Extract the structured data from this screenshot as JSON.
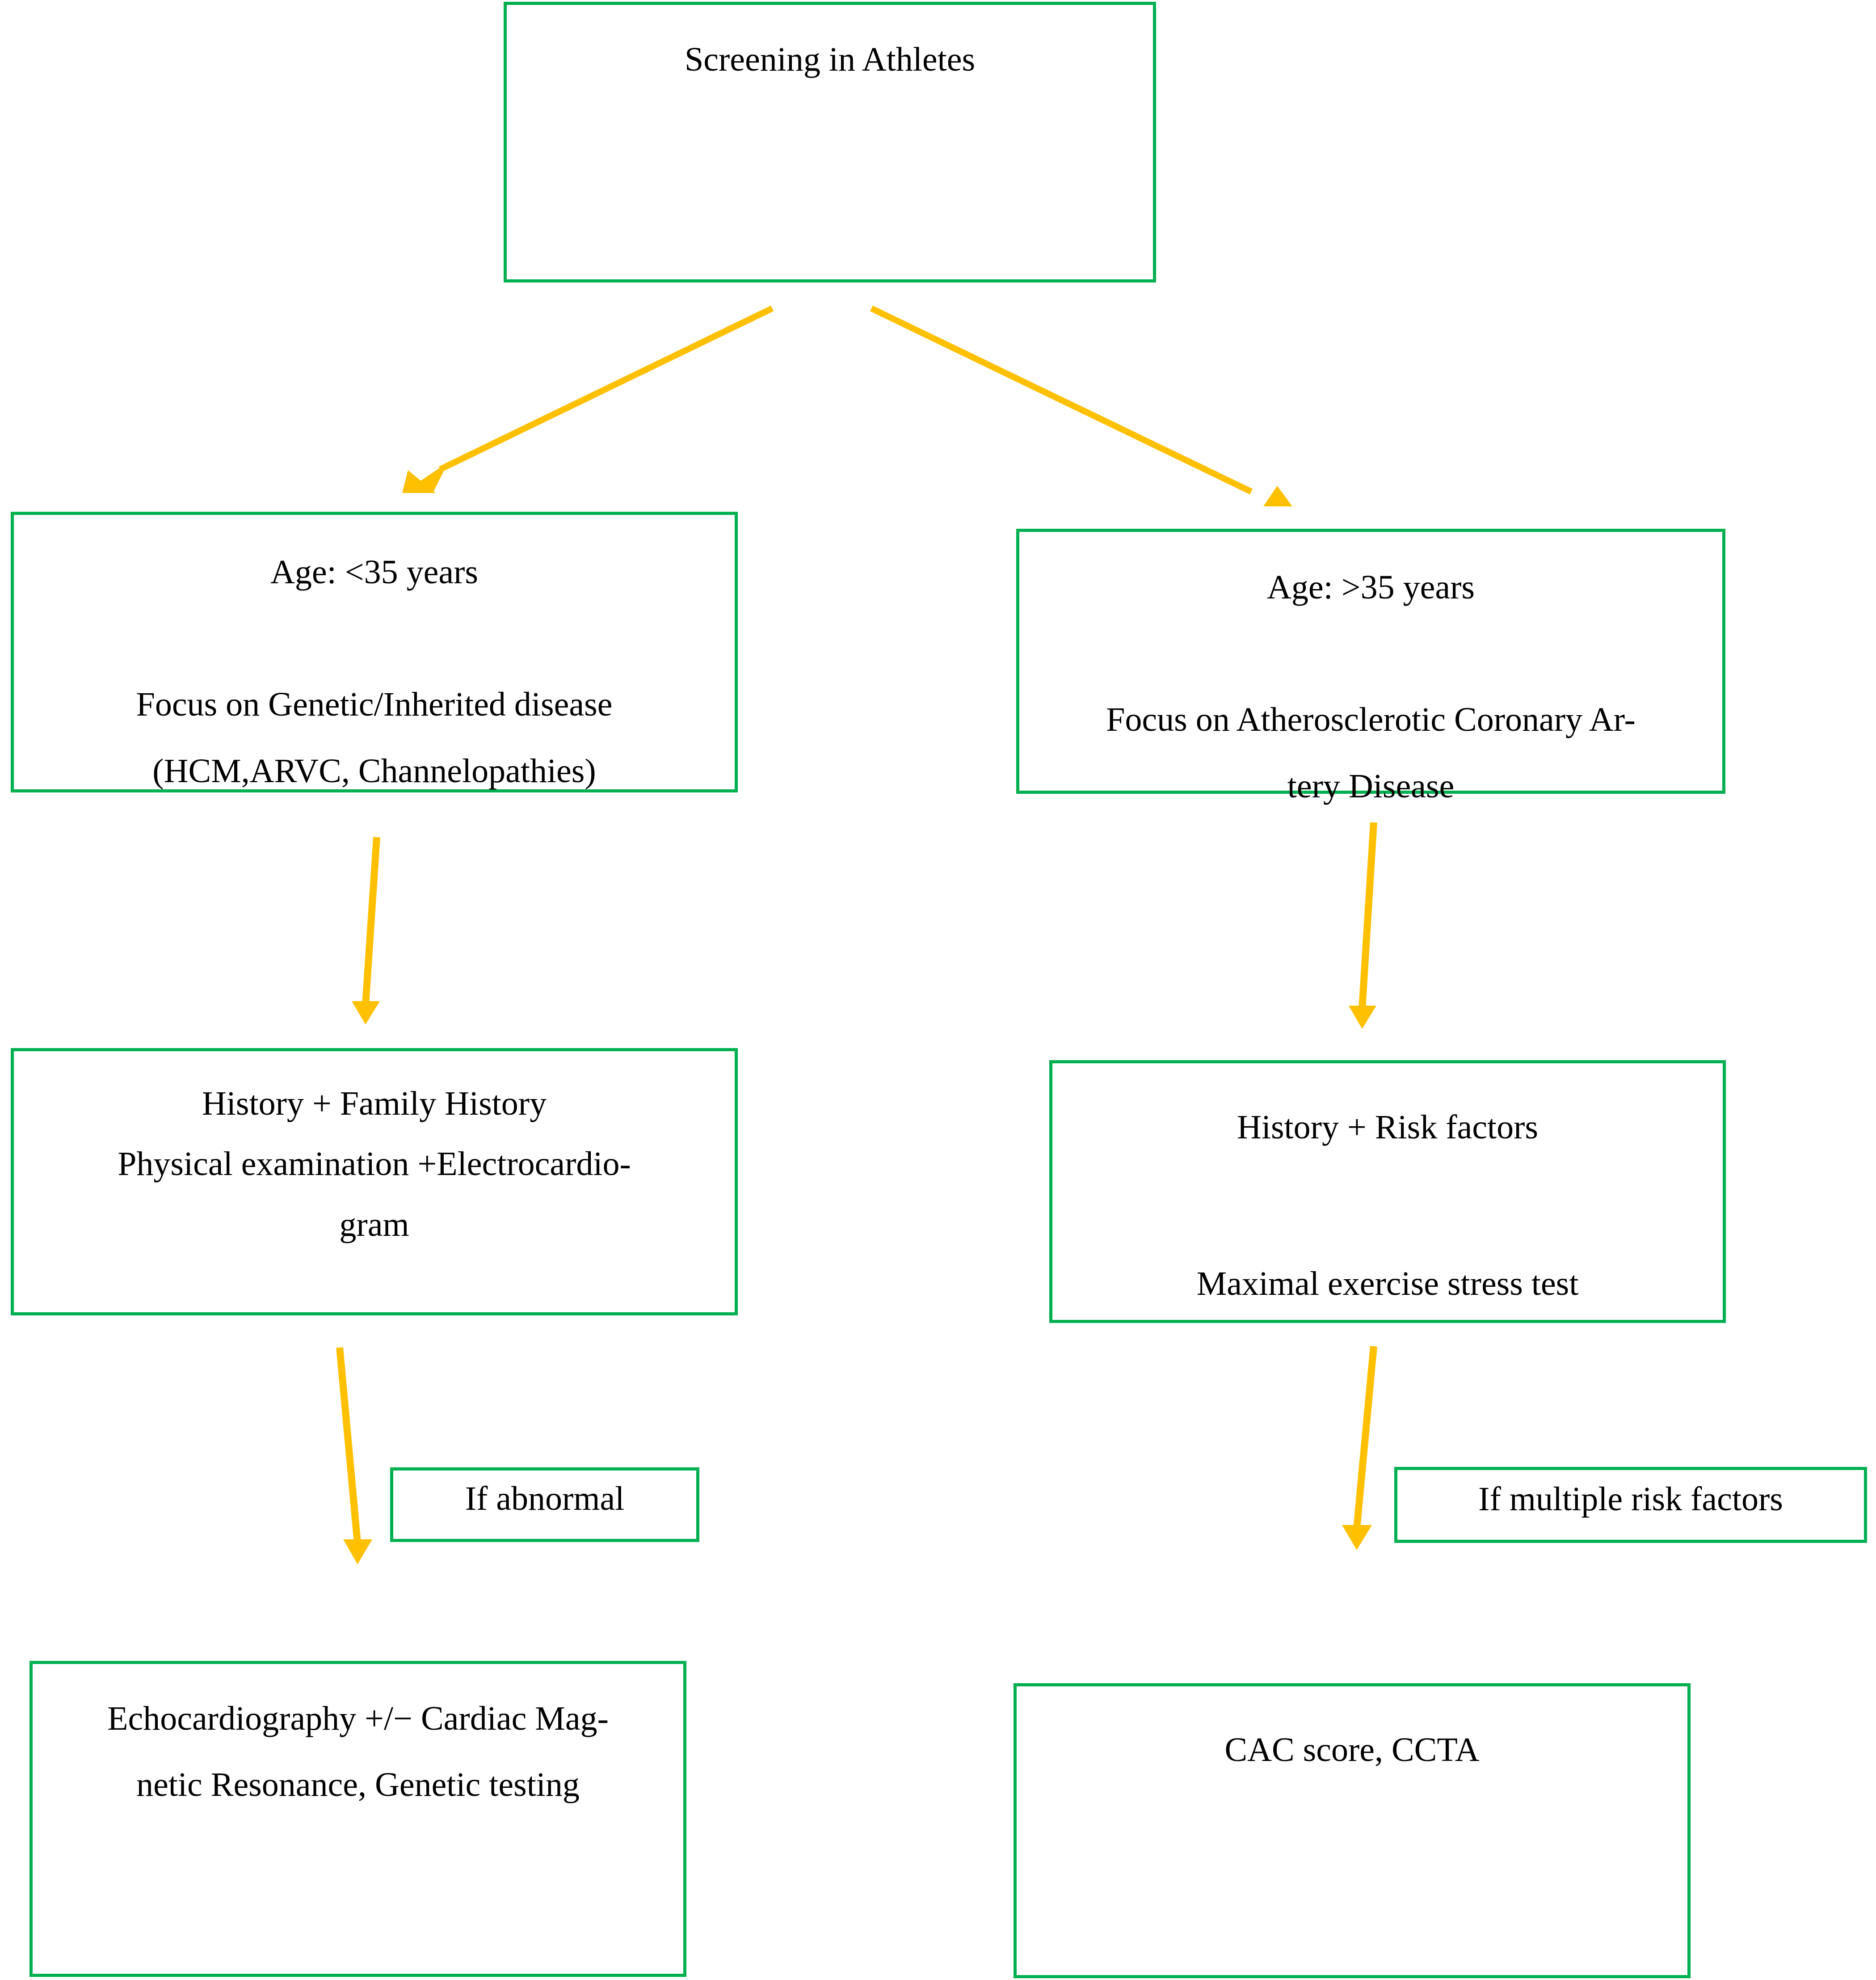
{
  "diagram": {
    "title": "Screening in Athletes",
    "colors": {
      "node_border": "#00b050",
      "arrow": "#ffc000",
      "text": "#000000",
      "background": "#ffffff"
    },
    "nodes": {
      "root": "Screening in Athletes",
      "age_under_35": "Age: <35 years\n\nFocus on Genetic/Inherited disease\n(HCM,ARVC, Channelopathies)",
      "age_over_35": "Age: >35 years\n\nFocus on Atherosclerotic Coronary Ar-\ntery Disease",
      "left_evaluation": "History + Family History\nPhysical examination +Electrocardio-\ngram",
      "right_evaluation": "History + Risk factors\n\nMaximal exercise stress test",
      "left_condition": "If abnormal",
      "right_condition": "If multiple risk factors",
      "left_final": "Echocardiography +/− Cardiac Mag-\nnetic Resonance, Genetic testing",
      "right_final": "CAC score, CCTA"
    },
    "edges": [
      {
        "from": "root",
        "to": "age_under_35",
        "label": ""
      },
      {
        "from": "root",
        "to": "age_over_35",
        "label": ""
      },
      {
        "from": "age_under_35",
        "to": "left_evaluation",
        "label": ""
      },
      {
        "from": "age_over_35",
        "to": "right_evaluation",
        "label": ""
      },
      {
        "from": "left_evaluation",
        "to": "left_final",
        "label": "If abnormal"
      },
      {
        "from": "right_evaluation",
        "to": "right_final",
        "label": "If multiple risk factors"
      }
    ]
  }
}
